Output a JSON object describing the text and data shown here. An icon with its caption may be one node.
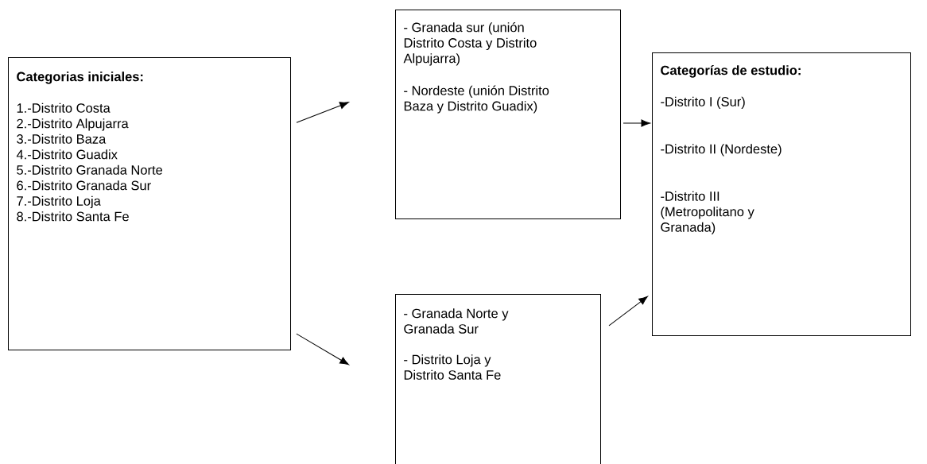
{
  "diagram": {
    "nodes": [
      {
        "text": [
          "Categorias iniciales:",
          "1.-Distrito Costa",
          "2.-Distrito Alpujarra",
          "3.-Distrito Baza",
          "4.-Distrito Guadix",
          "5.-Distrito Granada Norte",
          "6.-Distrito Granada Sur",
          "7.-Distrito Loja",
          "8.-Distrito Santa Fe"
        ]
      },
      {
        "text": [
          "- Granada sur (unión Distrito Costa y Distrito Alpujarra)",
          "- Nordeste (unión Distrito Baza y Distrito Guadix)"
        ]
      },
      {
        "text": [
          "- Granada Norte y Granada Sur",
          "- Distrito Loja y Distrito Santa Fe"
        ]
      },
      {
        "text": [
          "Categorías de estudio:",
          "-Distrito I (Sur)",
          "-Distrito II (Nordeste)",
          "-Distrito III (Metropolitano y Granada)"
        ]
      }
    ],
    "edges": [
      {
        "from": 0,
        "to": 1,
        "arrow": "to"
      },
      {
        "from": 0,
        "to": 2,
        "arrow": "to"
      },
      {
        "from": 1,
        "to": 3,
        "arrow": "to"
      },
      {
        "from": 2,
        "to": 3,
        "arrow": "to"
      }
    ]
  }
}
